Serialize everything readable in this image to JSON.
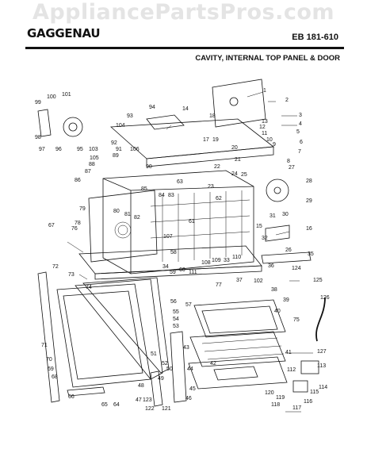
{
  "watermark": "AppliancePartsPros.com",
  "header": {
    "brand": "GAGGENAU",
    "model": "EB 181-610",
    "subtitle": "CAVITY, INTERNAL TOP PANEL & DOOR"
  },
  "callouts": [
    "1",
    "2",
    "3",
    "4",
    "5",
    "6",
    "7",
    "8",
    "9",
    "10",
    "11",
    "12",
    "13",
    "14",
    "15",
    "16",
    "17",
    "18",
    "19",
    "20",
    "21",
    "22",
    "23",
    "24",
    "25",
    "26",
    "27",
    "28",
    "29",
    "30",
    "31",
    "32",
    "33",
    "34",
    "35",
    "36",
    "37",
    "38",
    "39",
    "40",
    "41",
    "42",
    "43",
    "44",
    "45",
    "46",
    "47",
    "48",
    "49",
    "50",
    "51",
    "52",
    "53",
    "54",
    "55",
    "56",
    "57",
    "58",
    "59",
    "60",
    "61",
    "62",
    "63",
    "64",
    "65",
    "66",
    "67",
    "68",
    "69",
    "70",
    "71",
    "72",
    "73",
    "74",
    "75",
    "76",
    "77",
    "78",
    "79",
    "80",
    "81",
    "82",
    "83",
    "84",
    "85",
    "86",
    "87",
    "88",
    "89",
    "90",
    "91",
    "92",
    "93",
    "94",
    "95",
    "96",
    "97",
    "98",
    "99",
    "100",
    "101",
    "102",
    "103",
    "104",
    "105",
    "106",
    "107",
    "108",
    "109",
    "110",
    "111",
    "112",
    "113",
    "114",
    "115",
    "116",
    "117",
    "118",
    "119",
    "120",
    "121",
    "122",
    "123",
    "124",
    "125",
    "126",
    "127"
  ]
}
